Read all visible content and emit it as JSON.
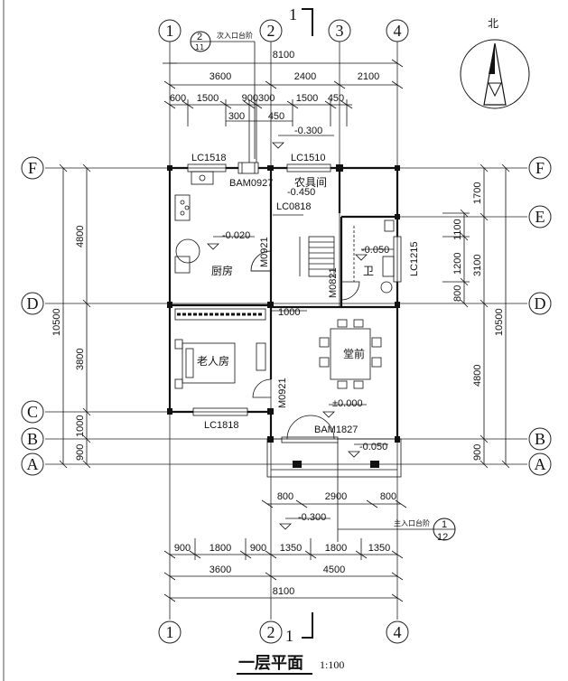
{
  "plan": {
    "title": "一层平面",
    "scale": "1:100",
    "north_label": "北",
    "grid_columns": [
      "1",
      "2",
      "3",
      "4"
    ],
    "grid_rows": [
      "A",
      "B",
      "C",
      "D",
      "E",
      "F"
    ],
    "section_marks": [
      "1",
      "1"
    ],
    "rooms": {
      "kitchen": "厨房",
      "elder_room": "老人房",
      "hall": "堂前",
      "tool_room": "农具间",
      "toilet": "卫"
    },
    "windows": [
      "LC1518",
      "LC1510",
      "LC1818",
      "LC1215"
    ],
    "doors": [
      "BAM0927",
      "LC0818",
      "M0921",
      "M0821",
      "M0921",
      "BAM1827"
    ],
    "levels": [
      "-0.300",
      "-0.450",
      "-0.020",
      "-0.050",
      "±0.000",
      "-0.050",
      "-0.300"
    ],
    "dims": {
      "top_total": "8100",
      "top_bays": [
        "3600",
        "2400",
        "2100"
      ],
      "top_detail_a": [
        "600",
        "1500",
        "900300",
        "1500",
        "450"
      ],
      "top_detail_b": [
        "300",
        "450"
      ],
      "bottom_entry": [
        "800",
        "2900",
        "800"
      ],
      "bottom_detail": [
        "900",
        "1800",
        "900",
        "1350",
        "1800",
        "1350"
      ],
      "bottom_bays": [
        "3600",
        "4500"
      ],
      "bottom_total": "8100",
      "left_total": "10500",
      "left_bays": [
        "4800",
        "3800",
        "1000",
        "900"
      ],
      "right_total": "10500",
      "right_bays": [
        "1700",
        "1100",
        "1200",
        "800",
        "4800",
        "900"
      ],
      "right_sub": "3100",
      "corridor": "1000"
    },
    "annotations": {
      "secondary_entry": "次入口台阶",
      "main_entry": "主入口台阶",
      "secondary_ref_num": "2",
      "secondary_ref_den": "11",
      "main_ref_num": "1",
      "main_ref_den": "12"
    }
  }
}
